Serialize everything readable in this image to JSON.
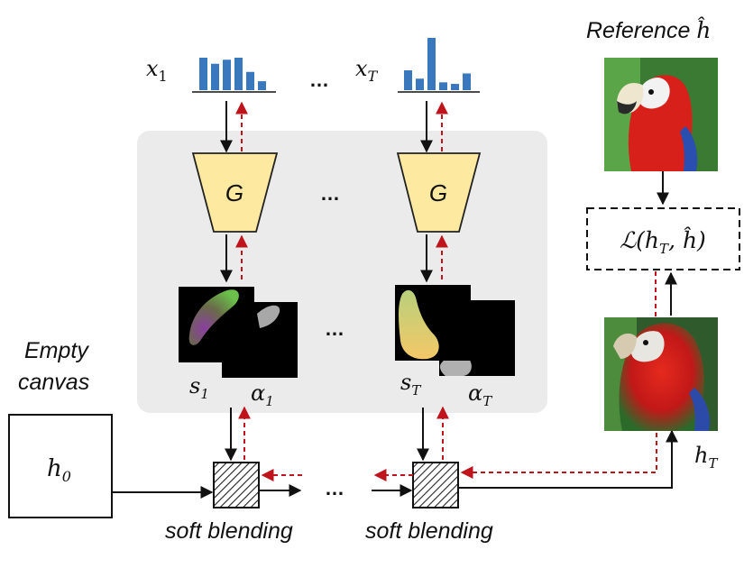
{
  "labels": {
    "x1": "x",
    "x1_sub": "1",
    "xT": "x",
    "xT_sub": "T",
    "reference_prefix": "Reference ",
    "reference_symbol": "ĥ",
    "empty_canvas_line1": "Empty",
    "empty_canvas_line2": "canvas",
    "h0": "h",
    "h0_sub": "0",
    "hT": "h",
    "hT_sub": "T",
    "s1": "s",
    "s1_sub": "1",
    "alpha1": "α",
    "alpha1_sub": "1",
    "sT": "s",
    "sT_sub": "T",
    "alphaT": "α",
    "alphaT_sub": "T",
    "generator_left": "G",
    "generator_right": "G",
    "loss": "ℒ(h",
    "loss_sub": "T",
    "loss_tail": ", ĥ)",
    "soft_blending_left": "soft blending",
    "soft_blending_right": "soft blending",
    "ellipsis_top": "…",
    "ellipsis_generators": "…",
    "ellipsis_strokes": "…",
    "ellipsis_blend": "…"
  },
  "mini_charts": {
    "x1_bars": [
      0.8,
      0.65,
      0.75,
      0.8,
      0.45,
      0.22
    ],
    "xT_bars": [
      0.38,
      0.22,
      1.0,
      0.15,
      0.12,
      0.32
    ]
  },
  "colors": {
    "bar_blue": "#3a78bd",
    "generator_fill": "#fde9a0",
    "panel_gray": "#ebebeb",
    "dashed_red": "#c0141c",
    "arrow_black": "#111111"
  }
}
